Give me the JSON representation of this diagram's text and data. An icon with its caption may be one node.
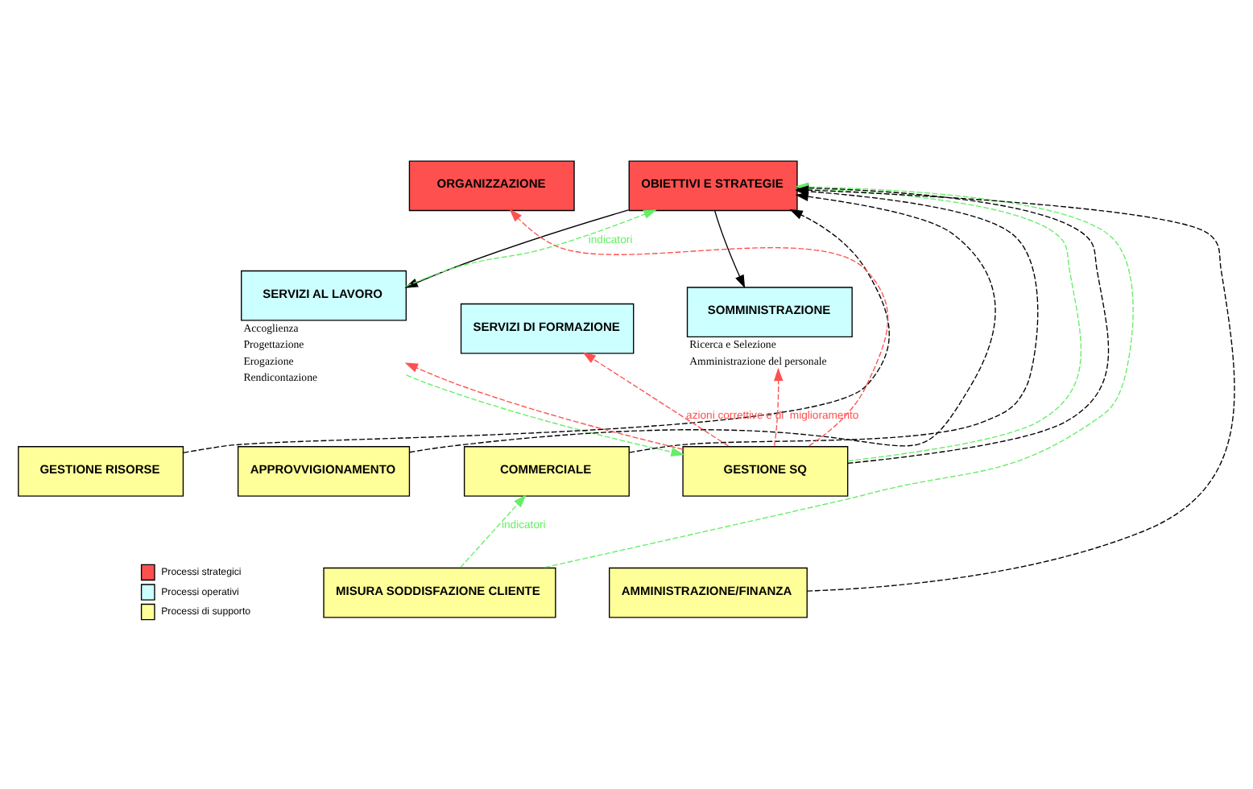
{
  "diagram": {
    "nodes": [
      {
        "text": [
          "ORGANIZZAZIONE"
        ]
      },
      {
        "text": [
          "OBIETTIVI E STRATEGIE"
        ]
      },
      {
        "text": [
          "SERVIZI AL LAVORO"
        ],
        "beside": [
          "Accoglienza",
          "Progettazione",
          "Erogazione",
          "Rendicontazione"
        ]
      },
      {
        "text": [
          "SERVIZI DI FORMAZIONE"
        ]
      },
      {
        "text": [
          "SOMMINISTRAZIONE"
        ],
        "beside": [
          "Ricerca e Selezione",
          "Amministrazione del personale"
        ]
      },
      {
        "text": [
          "GESTIONE RISORSE"
        ]
      },
      {
        "text": [
          "APPROVVIGIONAMENTO"
        ]
      },
      {
        "text": [
          "COMMERCIALE"
        ]
      },
      {
        "text": [
          "GESTIONE SQ"
        ]
      },
      {
        "text": [
          "MISURA SODDISFAZIONE CLIENTE"
        ]
      },
      {
        "text": [
          "AMMINISTRAZIONE/FINANZA"
        ]
      }
    ],
    "edges": [
      {
        "from": 1,
        "to": 2,
        "arrow": "to"
      },
      {
        "from": 1,
        "to": 4,
        "arrow": "to"
      },
      {
        "from": 8,
        "to": 0,
        "arrow": "to",
        "style": "dashed",
        "color": "#ff5050"
      },
      {
        "from": 8,
        "to": 2,
        "arrow": "to",
        "style": "dashed",
        "color": "#ff5050"
      },
      {
        "from": 8,
        "to": 3,
        "arrow": "to",
        "style": "dashed",
        "color": "#ff5050",
        "label": "azioni correttive e di  miglioramento"
      },
      {
        "from": 8,
        "to": 4,
        "arrow": "to",
        "style": "dashed",
        "color": "#ff5050"
      },
      {
        "from": 2,
        "to": 1,
        "arrow": "to",
        "style": "dashed",
        "color": "#66ee66",
        "label": "indicatori"
      },
      {
        "from": 2,
        "to": 8,
        "arrow": "to",
        "style": "dashed",
        "color": "#66ee66"
      },
      {
        "from": 8,
        "to": 1,
        "arrow": "to",
        "style": "dashed",
        "color": "#66ee66"
      },
      {
        "from": 9,
        "to": 7,
        "arrow": "to",
        "style": "dashed",
        "color": "#66ee66",
        "label": "indicatori"
      },
      {
        "from": 9,
        "to": 1,
        "arrow": "to",
        "style": "dashed",
        "color": "#66ee66"
      },
      {
        "from": 5,
        "to": 1,
        "arrow": "to",
        "style": "dashed"
      },
      {
        "from": 6,
        "to": 1,
        "arrow": "to",
        "style": "dashed"
      },
      {
        "from": 7,
        "to": 1,
        "arrow": "to",
        "style": "dashed"
      },
      {
        "from": 8,
        "to": 1,
        "arrow": "to",
        "style": "dashed"
      },
      {
        "from": 10,
        "to": 1,
        "arrow": "to",
        "style": "dashed"
      }
    ],
    "legend": [
      {
        "text": "Processi strategici",
        "color": "#ff5050"
      },
      {
        "text": "Processi operativi",
        "color": "#ccffff"
      },
      {
        "text": "Processi di supporto",
        "color": "#ffff99"
      }
    ]
  }
}
